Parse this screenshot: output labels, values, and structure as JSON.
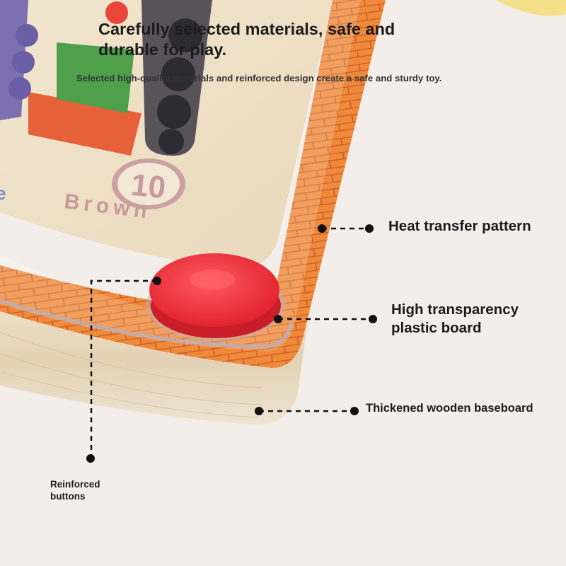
{
  "header": {
    "headline": "Carefully selected materials, safe and durable for play.",
    "subline": "Selected high-quality materials and reinforced design create a safe and sturdy toy."
  },
  "board": {
    "number": "10",
    "color_word": "Brown",
    "partial_letter": "e"
  },
  "callouts": {
    "heat_transfer": "Heat transfer pattern",
    "plastic_board": "High transparency plastic board",
    "baseboard": "Thickened wooden baseboard",
    "buttons": "Reinforced buttons"
  },
  "colors": {
    "background": "#f3eee9",
    "wood": "#eadcc5",
    "brick_orange": "#f08a3a",
    "button_red": "#f2323f",
    "text": "#1c1c1c"
  }
}
